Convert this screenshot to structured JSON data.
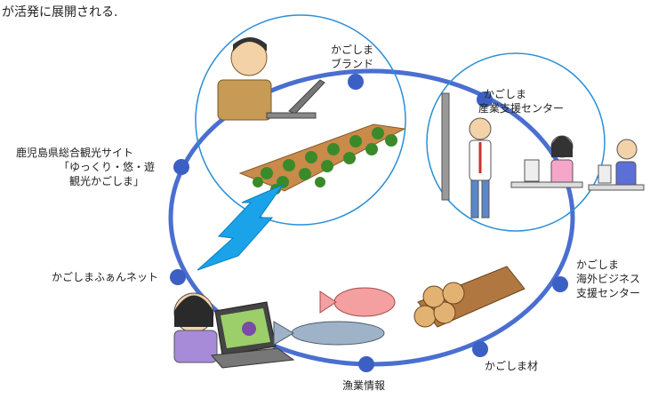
{
  "intro_fragment": "が活発に展開される.",
  "nodes": {
    "brand": {
      "lines": [
        "かごしま",
        "ブランド"
      ]
    },
    "sangyo": {
      "lines": [
        "かごしま",
        "産業支援センター"
      ]
    },
    "kanko": {
      "lines": [
        "鹿児島県総合観光サイト",
        "「ゆっくり・悠・遊",
        "観光かごしま」"
      ]
    },
    "funnet": {
      "lines": [
        "かごしまふぁんネット"
      ]
    },
    "kaigai": {
      "lines": [
        "かごしま",
        "海外ビジネス",
        "支援センター"
      ]
    },
    "zai": {
      "lines": [
        "かごしま材"
      ]
    },
    "gyogyo": {
      "lines": [
        "漁業情報"
      ]
    }
  },
  "colors": {
    "loop": "#4a6fd0",
    "node": "#3c5fc4",
    "bolt": "#1aa3e8",
    "circle": "#2a8fd6"
  }
}
